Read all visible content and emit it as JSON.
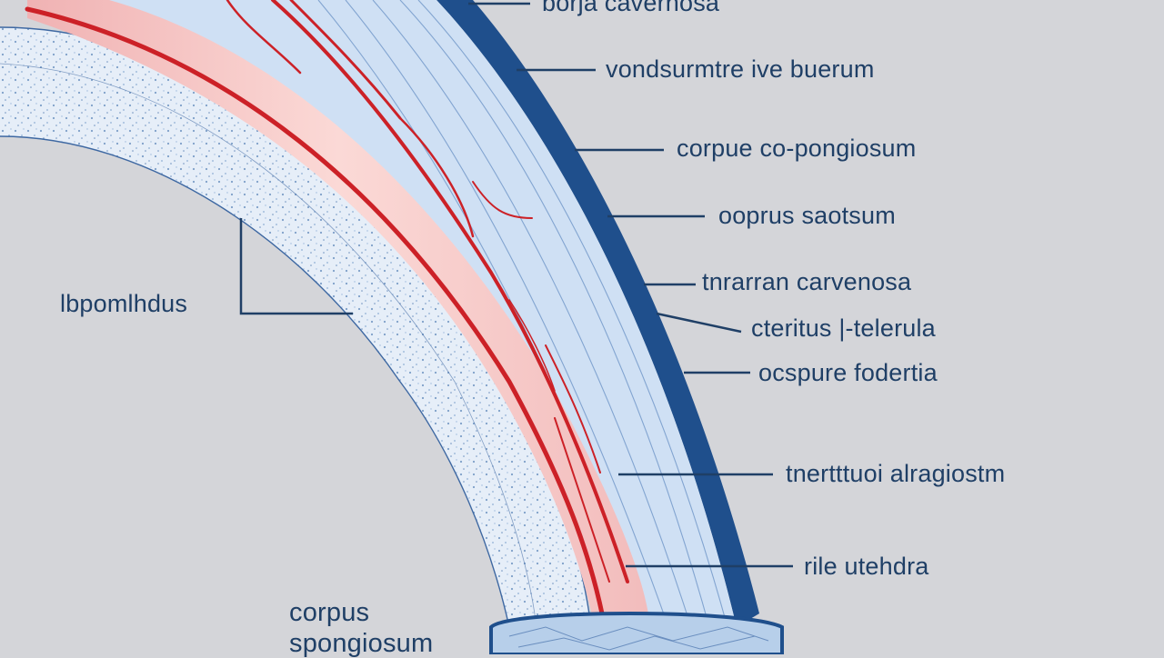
{
  "diagram": {
    "colors": {
      "background": "#d4d5d9",
      "outer_band": "#1f4f8c",
      "label_text": "#1f3f66",
      "tissue_light": "#cfe0f4",
      "tissue_blue": "#a9c8ec",
      "vessel_red": "#cc2127",
      "vessel_pink": "#f4c6c4"
    },
    "labels": {
      "top_cut": "borja cavernosa",
      "l1": "vondsurmtre ive buerum",
      "l2": "corpue co-pongiosum",
      "l3": "ooprus saotsum",
      "l4": "tnrarran carvenosa",
      "l5": "cteritus |-telerula",
      "l6": "ocspure fodertia",
      "l7": "tnertttuoi alragiostm",
      "l8": "rile utehdra",
      "left": "lbpomlhdus",
      "bottom_line1": "corpus",
      "bottom_line2": "spongiosum"
    }
  }
}
